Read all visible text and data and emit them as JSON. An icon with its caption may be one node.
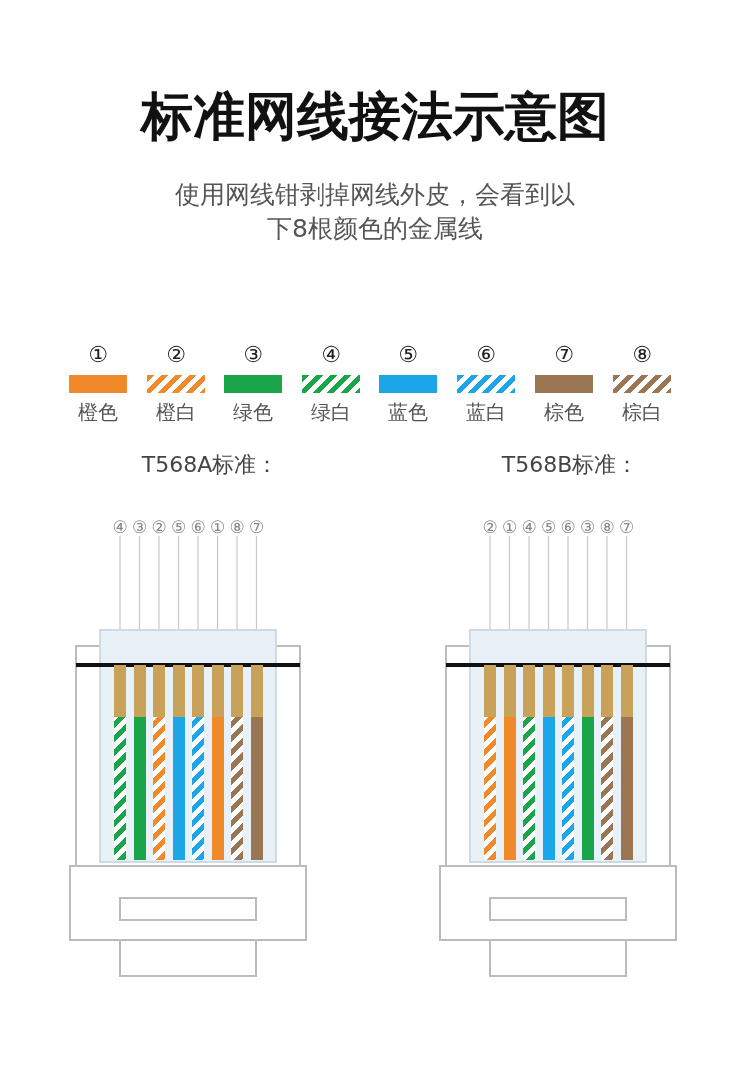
{
  "diagram": {
    "title": "标准网线接法示意图",
    "caption": "使用网线钳剥掉网线外皮，会看到以下8根颜色的金属线",
    "nodes": [
      {
        "text": [
          "④"
        ]
      },
      {
        "text": [
          "③"
        ]
      },
      {
        "text": [
          "②"
        ]
      },
      {
        "text": [
          "⑤"
        ]
      },
      {
        "text": [
          "⑥"
        ]
      },
      {
        "text": [
          "①"
        ]
      },
      {
        "text": [
          "⑧"
        ]
      },
      {
        "text": [
          "⑦"
        ]
      },
      {
        "text": [],
        "shape": "bar"
      },
      {
        "text": [],
        "shape": "bar"
      },
      {
        "text": [],
        "shape": "bar"
      },
      {
        "text": [],
        "shape": "bar"
      },
      {
        "text": [],
        "shape": "bar"
      },
      {
        "text": [],
        "shape": "bar"
      },
      {
        "text": [],
        "shape": "bar"
      },
      {
        "text": [],
        "shape": "bar"
      },
      {
        "text": [
          "②"
        ]
      },
      {
        "text": [
          "①"
        ]
      },
      {
        "text": [
          "④"
        ]
      },
      {
        "text": [
          "⑤"
        ]
      },
      {
        "text": [
          "⑥"
        ]
      },
      {
        "text": [
          "③"
        ]
      },
      {
        "text": [
          "⑧"
        ]
      },
      {
        "text": [
          "⑦"
        ]
      },
      {
        "text": [],
        "shape": "bar"
      },
      {
        "text": [],
        "shape": "bar"
      },
      {
        "text": [],
        "shape": "bar"
      },
      {
        "text": [],
        "shape": "bar"
      },
      {
        "text": [],
        "shape": "bar"
      },
      {
        "text": [],
        "shape": "bar"
      },
      {
        "text": [],
        "shape": "bar"
      },
      {
        "text": [],
        "shape": "bar"
      }
    ],
    "edges": [
      {
        "from": 0,
        "to": 8,
        "arrow": "none"
      },
      {
        "from": 1,
        "to": 9,
        "arrow": "none"
      },
      {
        "from": 2,
        "to": 10,
        "arrow": "none"
      },
      {
        "from": 3,
        "to": 11,
        "arrow": "none"
      },
      {
        "from": 4,
        "to": 12,
        "arrow": "none"
      },
      {
        "from": 5,
        "to": 13,
        "arrow": "none"
      },
      {
        "from": 6,
        "to": 14,
        "arrow": "none"
      },
      {
        "from": 7,
        "to": 15,
        "arrow": "none"
      },
      {
        "from": 16,
        "to": 24,
        "arrow": "none"
      },
      {
        "from": 17,
        "to": 25,
        "arrow": "none"
      },
      {
        "from": 18,
        "to": 26,
        "arrow": "none"
      },
      {
        "from": 19,
        "to": 27,
        "arrow": "none"
      },
      {
        "from": 20,
        "to": 28,
        "arrow": "none"
      },
      {
        "from": 21,
        "to": 29,
        "arrow": "none"
      },
      {
        "from": 22,
        "to": 30,
        "arrow": "none"
      },
      {
        "from": 23,
        "to": 31,
        "arrow": "none"
      }
    ],
    "labels": [
      "①",
      "②",
      "③",
      "④",
      "⑤",
      "⑥",
      "⑦",
      "⑧",
      "T568A标准：",
      "T568B标准："
    ],
    "legend": [
      {
        "text": "橙色",
        "color": "#f0892a"
      },
      {
        "text": "橙白"
      },
      {
        "text": "绿色",
        "color": "#1aa54a"
      },
      {
        "text": "绿白"
      },
      {
        "text": "蓝色",
        "color": "#1aa6e8"
      },
      {
        "text": "蓝白"
      },
      {
        "text": "棕色",
        "color": "#9b7652"
      },
      {
        "text": "棕白"
      }
    ]
  }
}
